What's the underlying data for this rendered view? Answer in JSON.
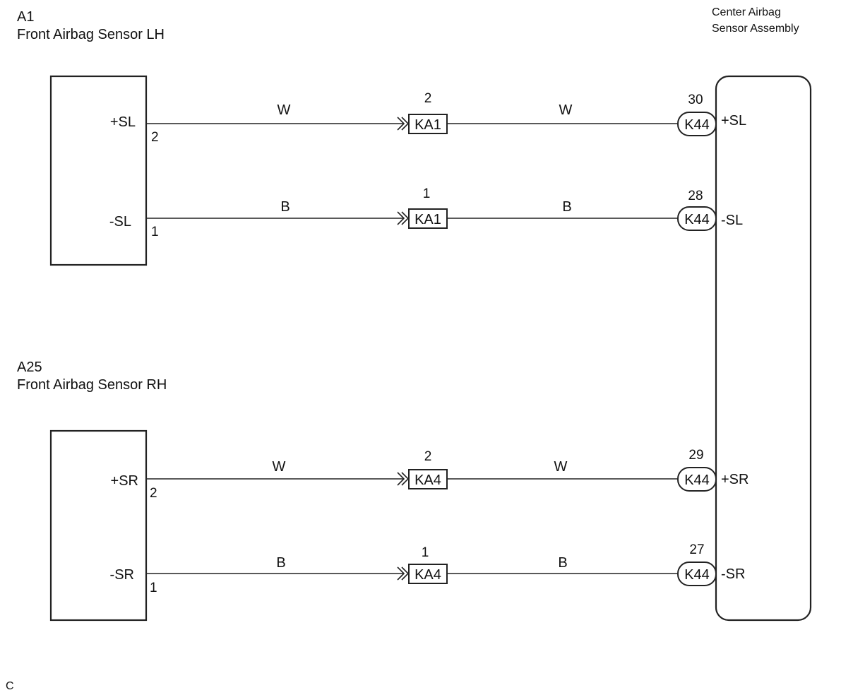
{
  "sensor_lh": {
    "code": "A1",
    "name": "Front Airbag Sensor LH",
    "pins": [
      {
        "label": "+SL",
        "pin": "2"
      },
      {
        "label": "-SL",
        "pin": "1"
      }
    ]
  },
  "sensor_rh": {
    "code": "A25",
    "name": "Front Airbag Sensor RH",
    "pins": [
      {
        "label": "+SR",
        "pin": "2"
      },
      {
        "label": "-SR",
        "pin": "1"
      }
    ]
  },
  "center_assembly": {
    "name_line1": "Center Airbag",
    "name_line2": "Sensor Assembly"
  },
  "wires": [
    {
      "color_left": "W",
      "junction": "KA1",
      "junction_pin": "2",
      "color_right": "W",
      "connector": "K44",
      "connector_pin": "30",
      "center_label": "+SL"
    },
    {
      "color_left": "B",
      "junction": "KA1",
      "junction_pin": "1",
      "color_right": "B",
      "connector": "K44",
      "connector_pin": "28",
      "center_label": "-SL"
    },
    {
      "color_left": "W",
      "junction": "KA4",
      "junction_pin": "2",
      "color_right": "W",
      "connector": "K44",
      "connector_pin": "29",
      "center_label": "+SR"
    },
    {
      "color_left": "B",
      "junction": "KA4",
      "junction_pin": "1",
      "color_right": "B",
      "connector": "K44",
      "connector_pin": "27",
      "center_label": "-SR"
    }
  ],
  "footer_code": "C"
}
